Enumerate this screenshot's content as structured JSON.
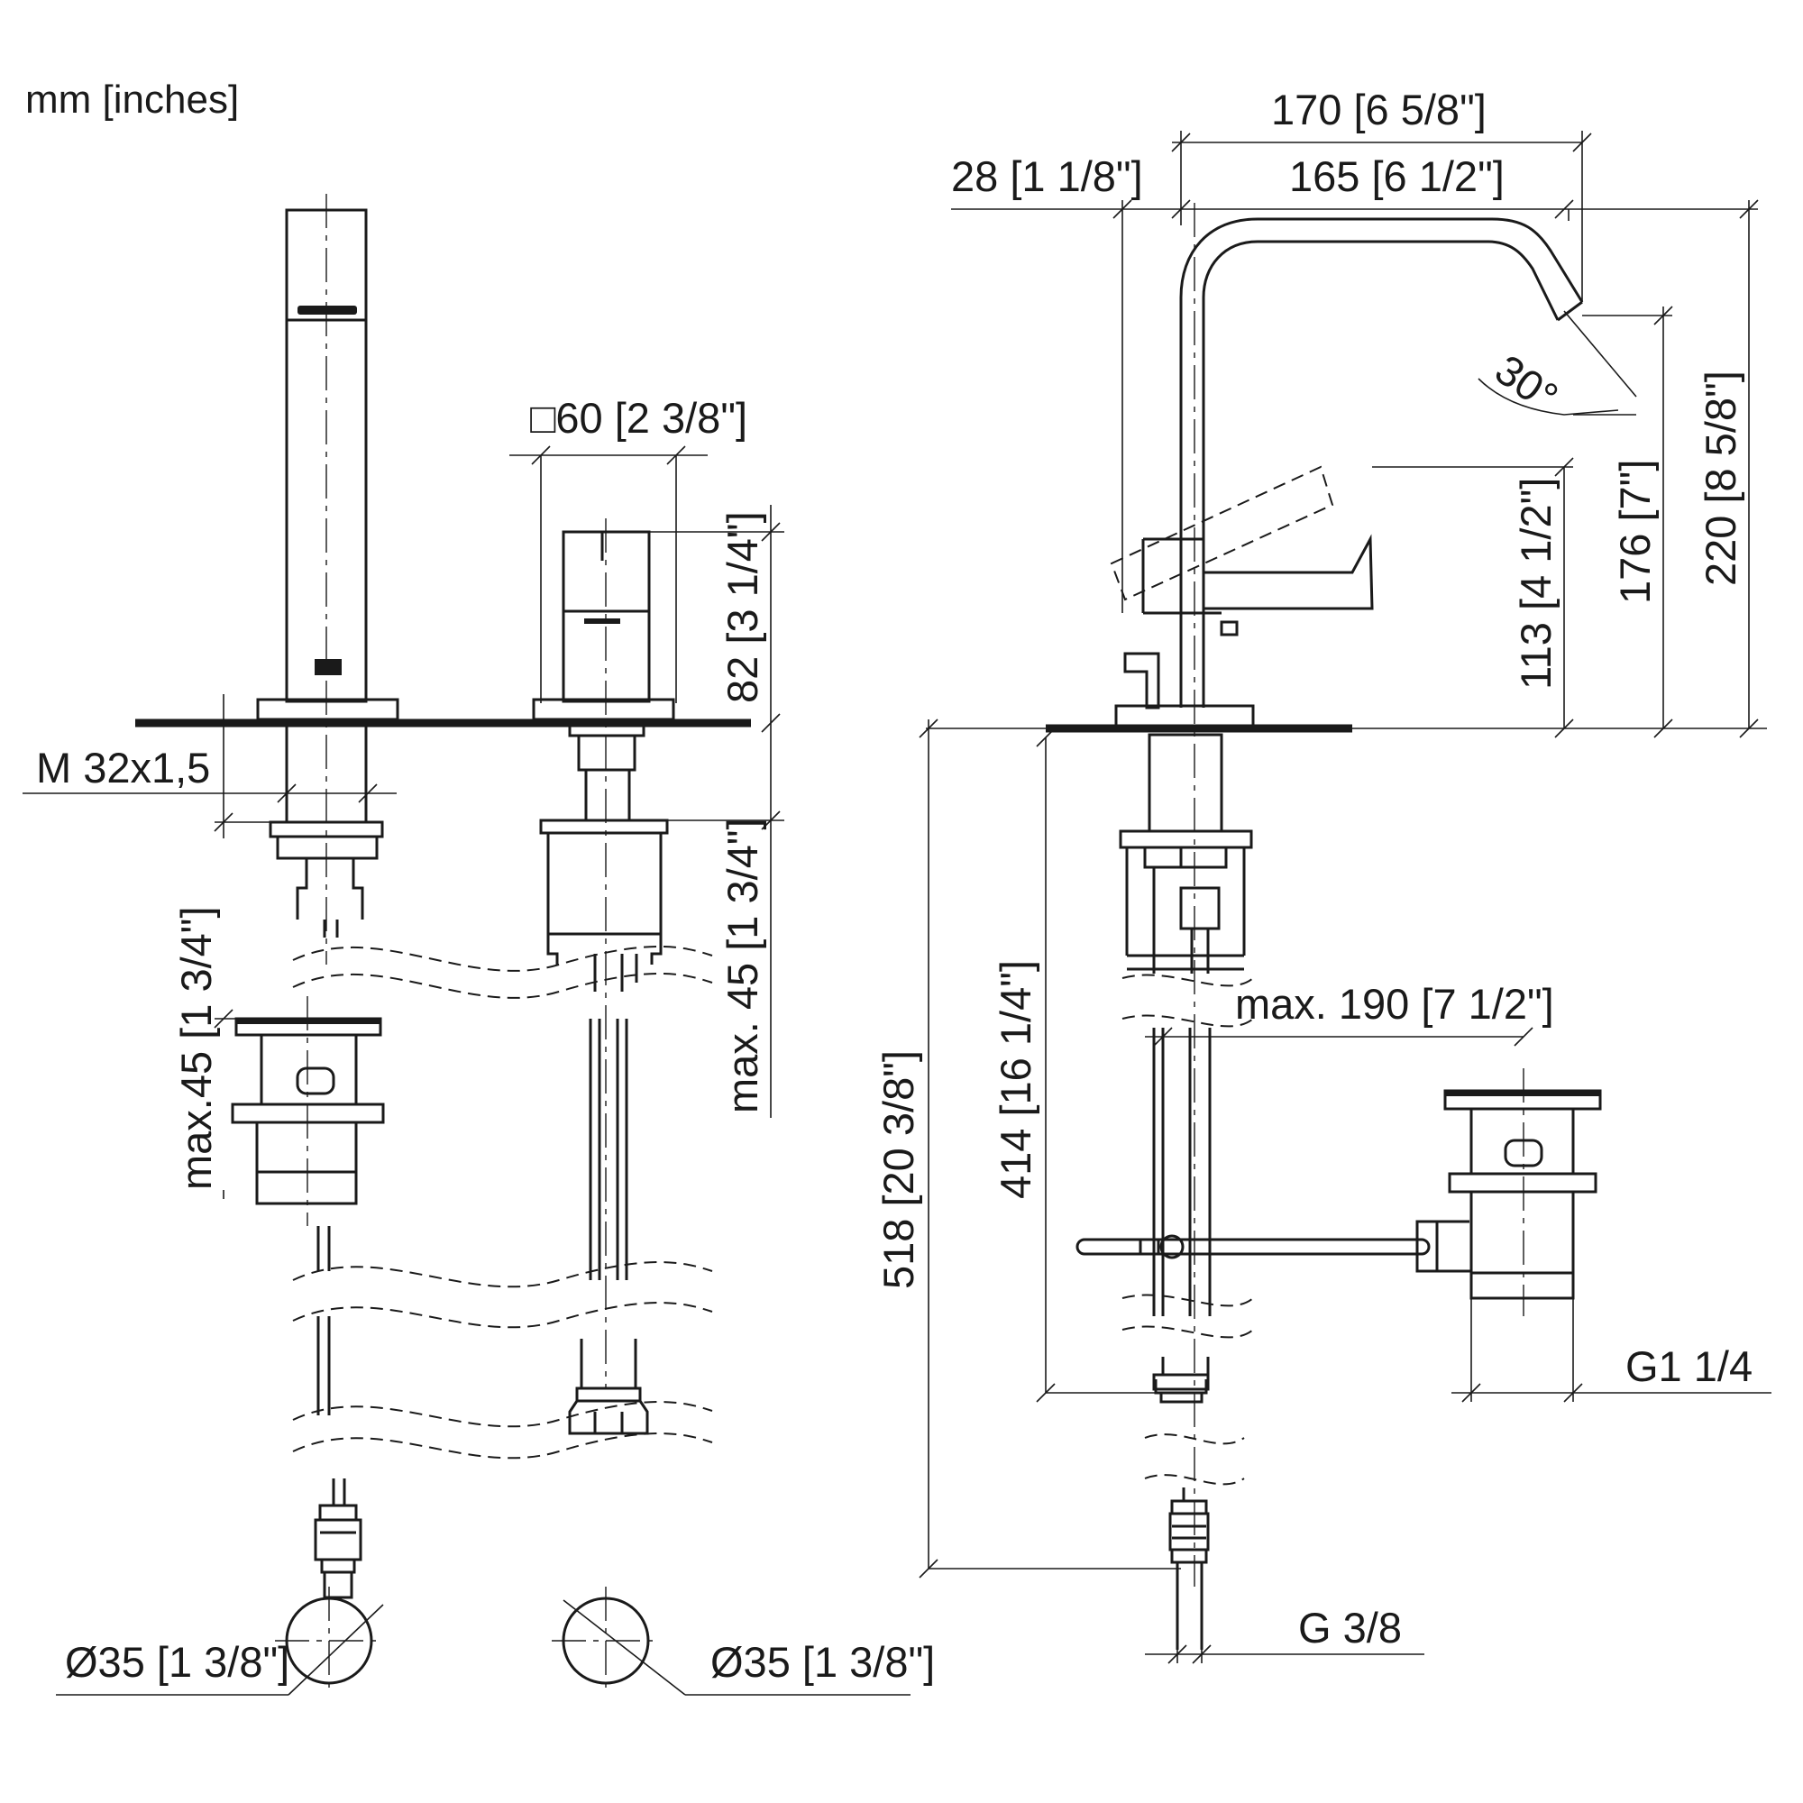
{
  "units_label": "mm [inches]",
  "dimensions": {
    "d170": "170 [6 5/8\"]",
    "d165": "165 [6 1/2\"]",
    "d28": "28 [1 1/8\"]",
    "d60": "□60 [2 3/8\"]",
    "d82": "82 [3 1/4\"]",
    "m32": "M 32x1,5",
    "max45_right": "max. 45 [1 3/4\"]",
    "max45_left": "max.45 [1 3/4\"]",
    "angle": "30°",
    "d113": "113 [4 1/2\"]",
    "d176": "176 [7\"]",
    "d220": "220 [8 5/8\"]",
    "max190": "max. 190 [7 1/2\"]",
    "d414": "414 [16 1/4\"]",
    "d518": "518 [20 3/8\"]",
    "g114": "G1 1/4",
    "g38": "G 3/8",
    "dia_left": "Ø35 [1 3/8\"]",
    "dia_right": "Ø35 [1 3/8\"]"
  }
}
